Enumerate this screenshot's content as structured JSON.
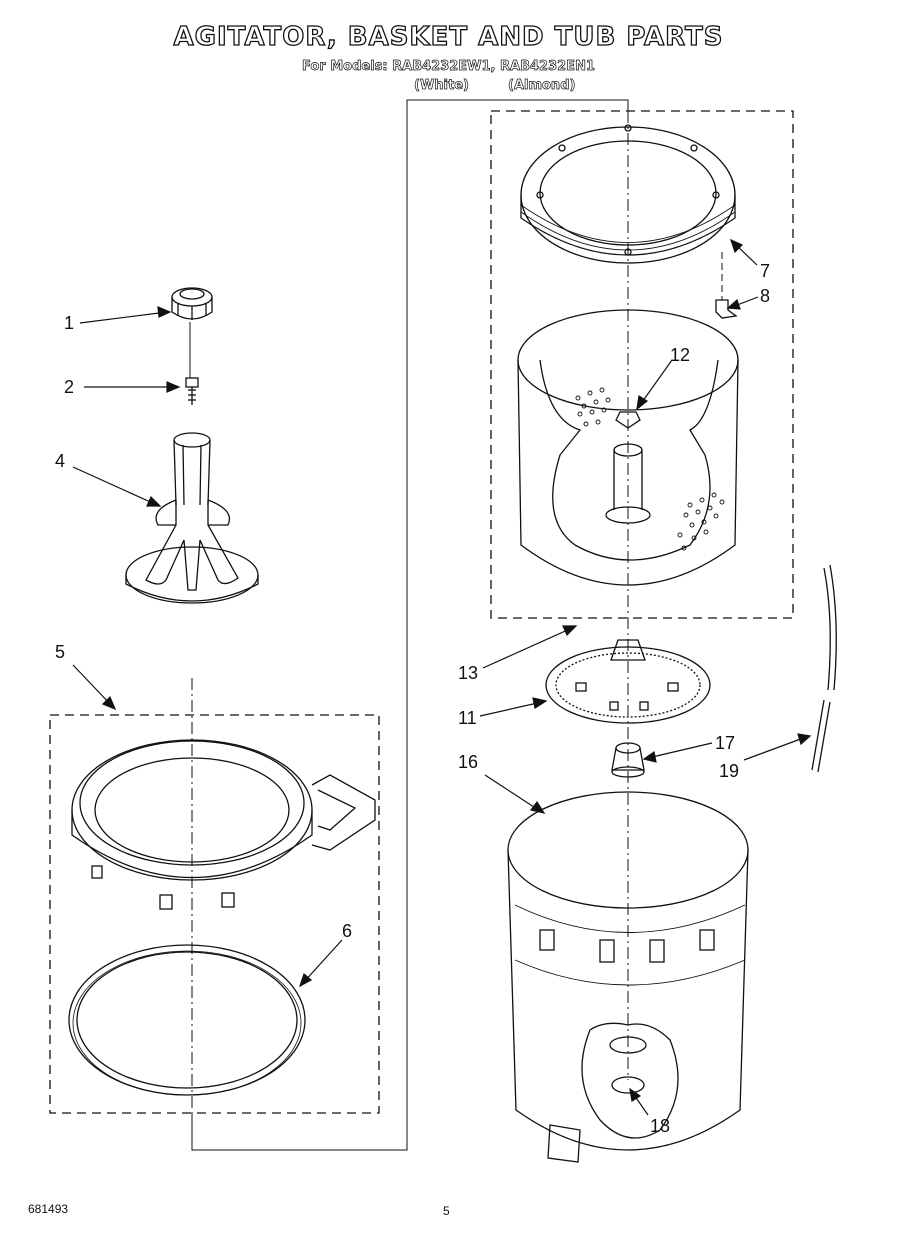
{
  "header": {
    "title": "AGITATOR, BASKET AND TUB PARTS",
    "subtitle": "For Models: RAB4232EW1, RAB4232EN1",
    "variant_left": "(White)",
    "variant_right": "(Almond)"
  },
  "parts": {
    "p1": "1",
    "p2": "2",
    "p4": "4",
    "p5": "5",
    "p6": "6",
    "p7": "7",
    "p8": "8",
    "p11": "11",
    "p12": "12",
    "p13": "13",
    "p16": "16",
    "p17": "17",
    "p18": "18",
    "p19": "19"
  },
  "footer": {
    "code": "681493",
    "page_number": "5"
  },
  "colors": {
    "ink": "#111111",
    "paper": "#ffffff"
  }
}
